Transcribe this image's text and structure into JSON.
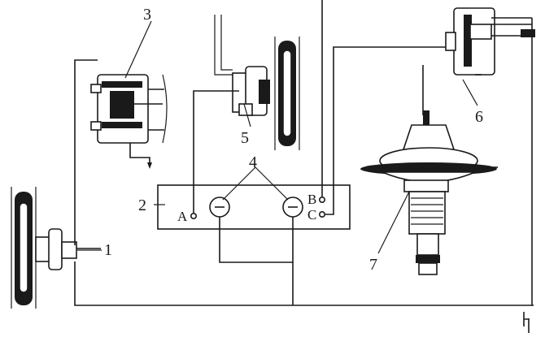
{
  "callouts": {
    "c1": "1",
    "c2": "2",
    "c3": "3",
    "c4": "4",
    "c5": "5",
    "c6": "6",
    "c7": "7"
  },
  "panel": {
    "terminal_a": "A",
    "terminal_b": "B",
    "terminal_c": "C"
  },
  "colors": {
    "ink": "#1a1a1a",
    "paper": "#ffffff"
  }
}
